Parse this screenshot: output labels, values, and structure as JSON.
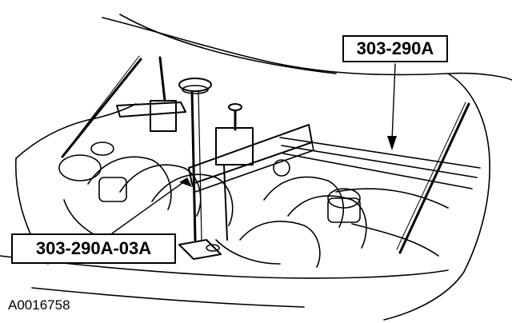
{
  "callouts": {
    "tool_main": "303-290A",
    "tool_sub": "303-290A-03A"
  },
  "figure_id": "A0016758",
  "colors": {
    "ink": "#000000",
    "paper": "#ffffff"
  }
}
